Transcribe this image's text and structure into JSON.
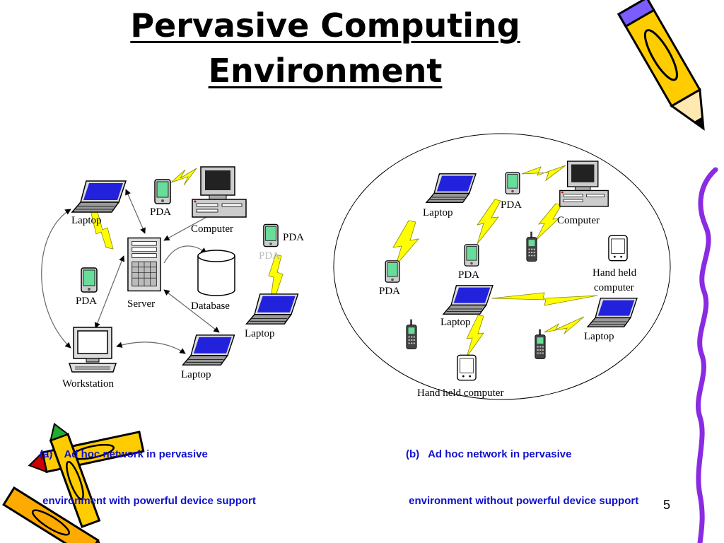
{
  "slide": {
    "title_line1": "Pervasive Computing",
    "title_line2": "Environment",
    "page_number": "5"
  },
  "diagram_a": {
    "labels": {
      "laptop_top": "Laptop",
      "pda_top": "PDA",
      "computer": "Computer",
      "pda_right": "PDA",
      "pda_ghost": "PDA",
      "pda_left": "PDA",
      "server": "Server",
      "database": "Database",
      "laptop_right": "Laptop",
      "workstation": "Workstation",
      "laptop_bottom": "Laptop"
    },
    "caption_line1": "(a)    Ad hoc network in pervasive",
    "caption_line2": " environment with powerful device support"
  },
  "diagram_b": {
    "labels": {
      "laptop_top": "Laptop",
      "pda_top": "PDA",
      "computer": "Computer",
      "pda_left": "PDA",
      "pda_mid": "PDA",
      "handheld_right_1": "Hand held",
      "handheld_right_2": "computer",
      "laptop_center": "Laptop",
      "laptop_right": "Laptop",
      "handheld_bottom": "Hand held computer"
    },
    "caption_line1": "(b)   Ad hoc network in pervasive",
    "caption_line2": " environment without powerful device support"
  },
  "colors": {
    "caption_blue": "#1010cc",
    "lightning_yellow": "#ffff00",
    "screen_blue": "#2222dd",
    "pda_green": "#66dd99",
    "squiggle_purple": "#8a2be2"
  },
  "icons": [
    "laptop-icon",
    "pda-icon",
    "computer-icon",
    "server-icon",
    "database-icon",
    "workstation-icon",
    "cellphone-icon",
    "handheld-icon",
    "lightning-icon",
    "pencil-icon",
    "crayon-icon"
  ]
}
